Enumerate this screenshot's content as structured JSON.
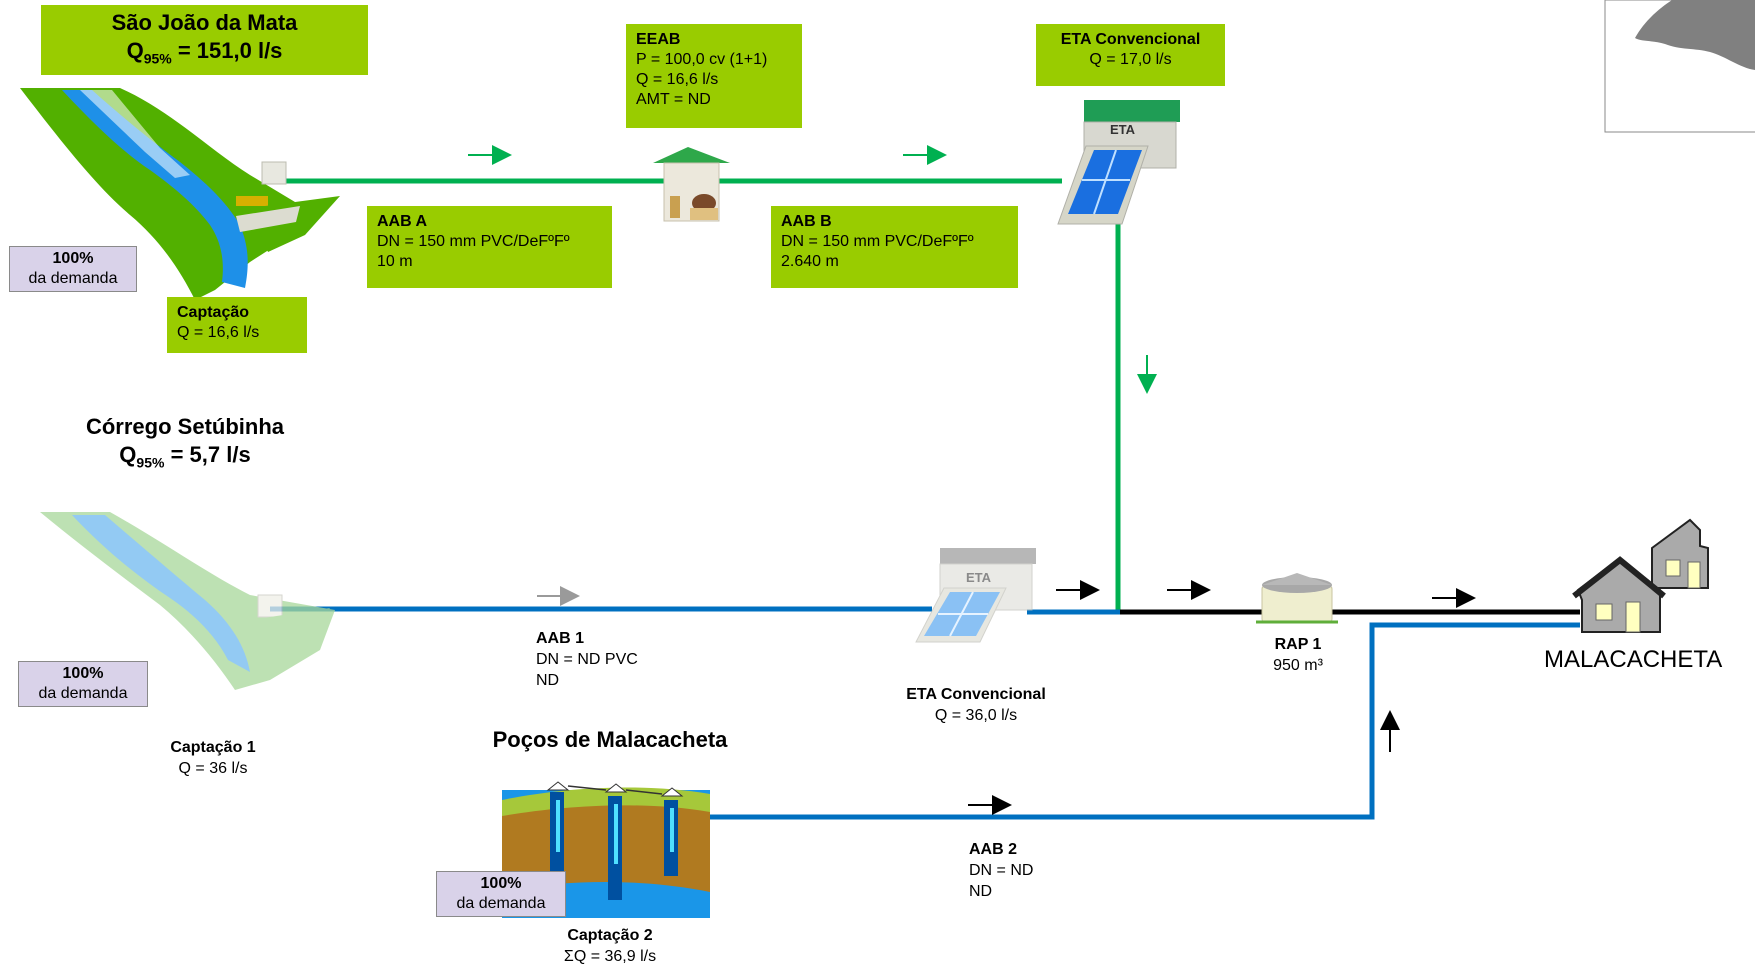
{
  "sao_joao": {
    "name": "São João da Mata",
    "q_prefix": "Q",
    "q_sub": "95%",
    "q_value": " = 151,0 l/s"
  },
  "sao_joao_demand": {
    "pct": "100%",
    "label": "da demanda"
  },
  "captacao_top": {
    "title": "Captação",
    "q": "Q =  16,6 l/s"
  },
  "eeab": {
    "title": "EEAB",
    "p": "P = 100,0 cv (1+1)",
    "q": "Q = 16,6 l/s",
    "amt": "AMT = ND"
  },
  "eta_top": {
    "title": "ETA Convencional",
    "q": "Q = 17,0 l/s",
    "icon_label": "ETA"
  },
  "aab_a": {
    "title": "AAB A",
    "dn": "DN = 150 mm PVC/DeFºFº",
    "len": "10 m"
  },
  "aab_b": {
    "title": "AAB B",
    "dn": "DN = 150 mm PVC/DeFºFº",
    "len": "2.640 m"
  },
  "corrego": {
    "name": "Córrego Setúbinha",
    "q_prefix": "Q",
    "q_sub": "95%",
    "q_value": " = 5,7 l/s"
  },
  "corrego_demand": {
    "pct": "100%",
    "label": "da demanda"
  },
  "captacao1": {
    "title": "Captação 1",
    "q": "Q = 36 l/s"
  },
  "aab1": {
    "title": "AAB 1",
    "dn": "DN = ND PVC",
    "len": "ND"
  },
  "eta_mid": {
    "title": "ETA Convencional",
    "q": "Q = 36,0 l/s",
    "icon_label": "ETA"
  },
  "rap1": {
    "title": "RAP 1",
    "vol": "950 m³"
  },
  "city": {
    "name": "MALACACHETA"
  },
  "pocos": {
    "name": "Poços de Malacacheta"
  },
  "pocos_demand": {
    "pct": "100%",
    "label": "da demanda"
  },
  "captacao2": {
    "title": "Captação 2",
    "q": "ΣQ = 36,9 l/s"
  },
  "aab2": {
    "title": "AAB 2",
    "dn": "DN = ND",
    "len": "ND"
  },
  "colors": {
    "label_green": "#99cc00",
    "pipe_green": "#00b050",
    "pipe_blue": "#0070c0",
    "pipe_black": "#000000",
    "demand_box": "#d9d2e9"
  }
}
